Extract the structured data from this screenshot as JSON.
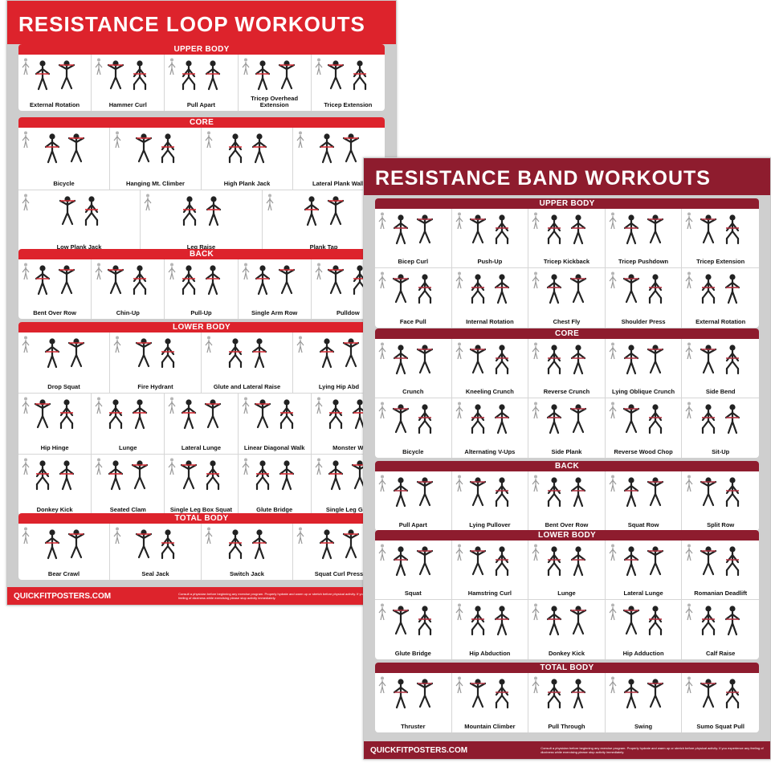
{
  "loop": {
    "title": "RESISTANCE LOOP WORKOUTS",
    "footer": "QUICKFITPOSTERS.COM",
    "disclaimer": "Consult a physician before beginning any exercise program. Properly hydrate and warm up or stretch before physical activity. If you experience any feeling of dizziness while exercising please stop activity immediately.",
    "sections": [
      {
        "title": "UPPER BODY",
        "rows": [
          [
            "External Rotation",
            "Hammer Curl",
            "Pull Apart",
            "Tricep Overhead Extension",
            "Tricep Extension"
          ]
        ]
      },
      {
        "title": "CORE",
        "rows": [
          [
            "Bicycle",
            "Hanging Mt. Climber",
            "High Plank Jack",
            "Lateral Plank Walk"
          ],
          [
            "Low Plank Jack",
            "Leg Raise",
            "Plank Tap"
          ]
        ]
      },
      {
        "title": "BACK",
        "rows": [
          [
            "Bent Over Row",
            "Chin-Up",
            "Pull-Up",
            "Single Arm Row",
            "Pulldow"
          ]
        ]
      },
      {
        "title": "LOWER BODY",
        "rows": [
          [
            "Drop Squat",
            "Fire Hydrant",
            "Glute and Lateral Raise",
            "Lying Hip Abd"
          ],
          [
            "Hip Hinge",
            "Lunge",
            "Lateral Lunge",
            "Linear Diagonal Walk",
            "Monster W"
          ],
          [
            "Donkey Kick",
            "Seated Clam",
            "Single Leg Box Squat",
            "Glute Bridge",
            "Single Leg Glut"
          ]
        ]
      },
      {
        "title": "TOTAL BODY",
        "rows": [
          [
            "Bear Crawl",
            "Seal Jack",
            "Switch Jack",
            "Squat Curl Press"
          ]
        ]
      }
    ]
  },
  "band": {
    "title": "RESISTANCE BAND WORKOUTS",
    "footer": "QUICKFITPOSTERS.COM",
    "disclaimer": "Consult a physician before beginning any exercise program. Properly hydrate and warm up or stretch before physical activity. If you experience any feeling of dizziness while exercising please stop activity immediately.",
    "sections": [
      {
        "title": "UPPER BODY",
        "rows": [
          [
            "Bicep Curl",
            "Push-Up",
            "Tricep Kickback",
            "Tricep Pushdown",
            "Tricep Extension"
          ],
          [
            "Face Pull",
            "Internal Rotation",
            "Chest Fly",
            "Shoulder Press",
            "External Rotation"
          ]
        ]
      },
      {
        "title": "CORE",
        "rows": [
          [
            "Crunch",
            "Kneeling Crunch",
            "Reverse Crunch",
            "Lying Oblique Crunch",
            "Side Bend"
          ],
          [
            "Bicycle",
            "Alternating V-Ups",
            "Side Plank",
            "Reverse Wood Chop",
            "Sit-Up"
          ]
        ]
      },
      {
        "title": "BACK",
        "rows": [
          [
            "Pull Apart",
            "Lying Pullover",
            "Bent Over Row",
            "Squat Row",
            "Split Row"
          ]
        ]
      },
      {
        "title": "LOWER BODY",
        "rows": [
          [
            "Squat",
            "Hamstring Curl",
            "Lunge",
            "Lateral Lunge",
            "Romanian Deadlift"
          ],
          [
            "Glute Bridge",
            "Hip Abduction",
            "Donkey Kick",
            "Hip Adduction",
            "Calf Raise"
          ]
        ]
      },
      {
        "title": "TOTAL BODY",
        "rows": [
          [
            "Thruster",
            "Mountain Climber",
            "Pull Through",
            "Swing",
            "Sumo Squat Pull"
          ]
        ]
      }
    ]
  },
  "colors": {
    "loop_accent": "#dd232c",
    "band_accent": "#8e1c2e",
    "loop_band": "#d42a33",
    "band_band": "#b0303f"
  }
}
